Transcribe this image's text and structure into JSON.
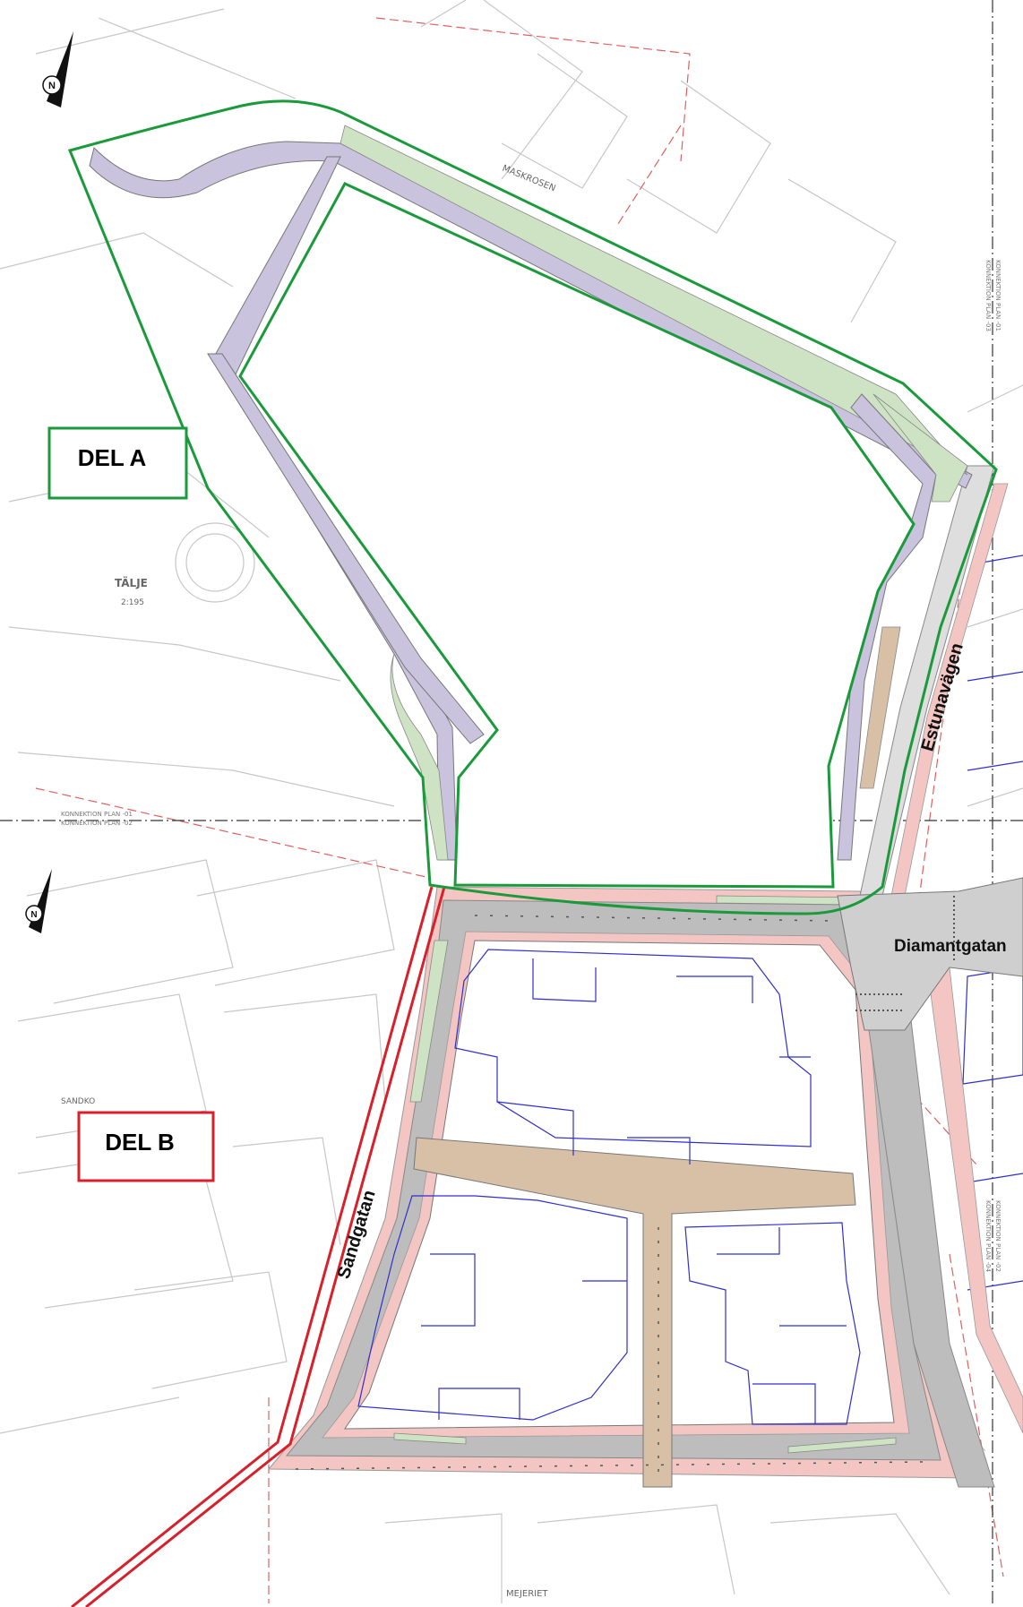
{
  "colors": {
    "del_a_boundary": "#1a9a3a",
    "del_b_boundary": "#d8202a",
    "road_purple": "#c9c3dd",
    "road_grey": "#bdbdbd",
    "sidewalk_pink": "#f3c6c3",
    "grass_green": "#cde3c4",
    "plaza_tan": "#d8c0a6",
    "building_blue": "#2f2fd0",
    "dashed_red": "#e06060",
    "base_grey": "#c7c7c7"
  },
  "zones": {
    "del_a_label": "DEL A",
    "del_b_label": "DEL B"
  },
  "streets": {
    "estunavagen": "Estunavägen",
    "diamantgatan": "Diamantgatan",
    "sandgatan": "Sandgatan"
  },
  "small_labels": {
    "maskrosen": "MASKROSEN",
    "talje": "TÄLJE",
    "talje_num": "2:195",
    "sandkornet": "SANDKO",
    "mejeriet": "MEJERIET",
    "plan_a1": "KONNEKTION PLAN -01",
    "plan_a2": "KONNEKTION PLAN -02",
    "plan_right1": "KONNEKTION PLAN -03",
    "plan_right2": "KONNEKTION PLAN -01",
    "plan_right3": "KONNEKTION PLAN -04",
    "plan_right4": "KONNEKTION PLAN -02",
    "n_letter": "N"
  },
  "icons": {
    "north_arrow": "north-arrow-icon"
  }
}
